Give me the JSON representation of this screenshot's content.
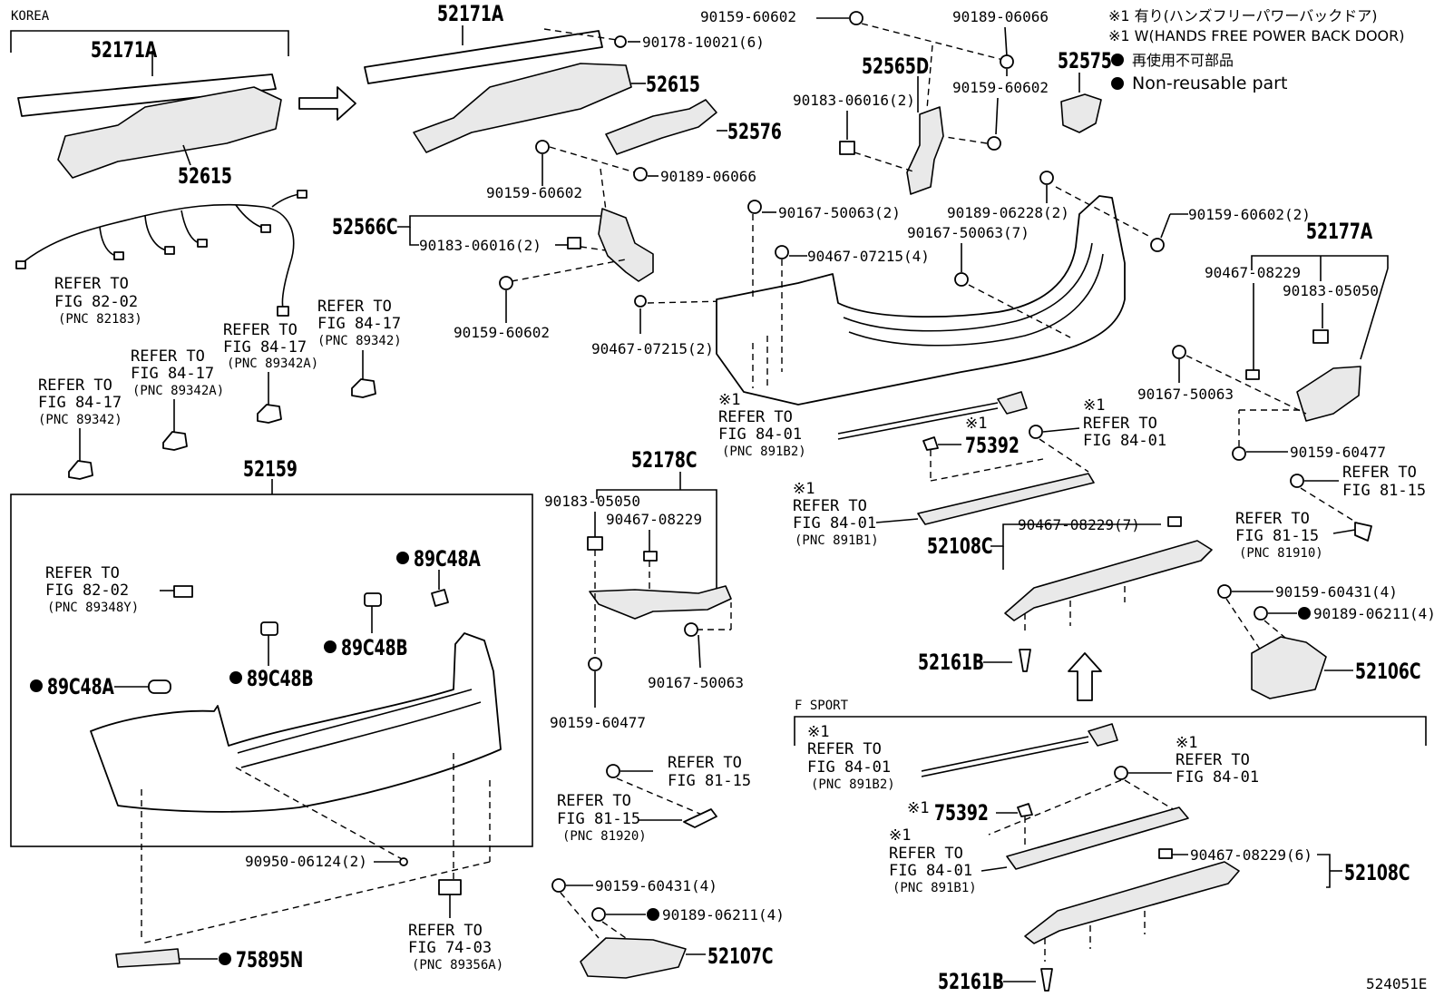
{
  "diagram_id": "524051E",
  "notes": {
    "line1": "※1 有り(ハンズフリーパワーバックドア)",
    "line2": "※1 W(HANDS FREE POWER BACK DOOR)",
    "line3": "再使用不可部品",
    "line4": "Non-reusable part"
  },
  "sections": {
    "korea": "KOREA",
    "f_sport": "F SPORT"
  },
  "refer_to": "REFER TO",
  "mark": "※1",
  "labels": {
    "p52171a_korea": "52171A",
    "p52615_korea": "52615",
    "p52171a": "52171A",
    "p90178": "90178-10021(6)",
    "p52615": "52615",
    "p52576": "52576",
    "p90159_a": "90159-60602",
    "p90189_a": "90189-06066",
    "p52566c": "52566C",
    "p90183_a": "90183-06016(2)",
    "p90159_b": "90159-60602",
    "p90467_a": "90467-07215(2)",
    "p90159_c": "90159-60602",
    "p90189_b": "90189-06066",
    "p52565d": "52565D",
    "p90183_b": "90183-06016(2)",
    "p90159_d": "90159-60602",
    "p52575": "52575",
    "p90167_a": "90167-50063(2)",
    "p90467_b": "90467-07215(4)",
    "p90189_c": "90189-06228(2)",
    "p90167_b": "90167-50063(7)",
    "p90159_e": "90159-60602(2)",
    "p52177a": "52177A",
    "p90467_c": "90467-08229",
    "p90183_c": "90183-05050",
    "p90167_c": "90167-50063",
    "p90159_f": "90159-60477",
    "p75392_a": "75392",
    "p52108c_a": "52108C",
    "p90467_d": "90467-08229(7)",
    "p52161b_a": "52161B",
    "p90159_g": "90159-60431(4)",
    "p90189_d": "90189-06211(4)",
    "p52106c": "52106C",
    "p52159": "52159",
    "p89c48a_a": "89C48A",
    "p89c48b_a": "89C48B",
    "p89c48b_b": "89C48B",
    "p89c48a_b": "89C48A",
    "p90950": "90950-06124(2)",
    "p75895n": "75895N",
    "p52178c": "52178C",
    "p90183_d": "90183-05050",
    "p90467_e": "90467-08229",
    "p90159_h": "90159-60477",
    "p90167_d": "90167-50063",
    "p90159_i": "90159-60431(4)",
    "p90189_e": "90189-06211(4)",
    "p52107c": "52107C",
    "p75392_b": "75392",
    "p90467_f": "90467-08229(6)",
    "p52108c_b": "52108C",
    "p52161b_b": "52161B"
  },
  "refs": {
    "r1_fig": "FIG 82-02",
    "r1_pnc": "(PNC 82183)",
    "r2_fig": "FIG 84-17",
    "r2_pnc": "(PNC 89342)",
    "r3_fig": "FIG 84-17",
    "r3_pnc": "(PNC 89342A)",
    "r4_fig": "FIG 84-17",
    "r4_pnc": "(PNC 89342A)",
    "r5_fig": "FIG 84-17",
    "r5_pnc": "(PNC 89342)",
    "r6_fig": "FIG 82-02",
    "r6_pnc": "(PNC 89348Y)",
    "r7_fig": "FIG 74-03",
    "r7_pnc": "(PNC 89356A)",
    "r8_fig": "FIG 81-15",
    "r9_fig": "FIG 81-15",
    "r9_pnc": "(PNC 81920)",
    "r10_fig": "FIG 84-01",
    "r10_pnc": "(PNC 891B2)",
    "r11_fig": "FIG 84-01",
    "r12_fig": "FIG 84-01",
    "r12_pnc": "(PNC 891B1)",
    "r13_fig": "FIG 81-15",
    "r14_fig": "FIG 81-15",
    "r14_pnc": "(PNC 81910)",
    "r15_fig": "FIG 84-01",
    "r15_pnc": "(PNC 891B2)",
    "r16_fig": "FIG 84-01",
    "r17_fig": "FIG 84-01",
    "r17_pnc": "(PNC 891B1)"
  }
}
